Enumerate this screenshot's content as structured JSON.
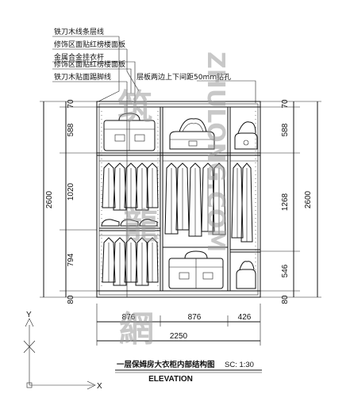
{
  "annotations": [
    "铁刀木线条层线",
    "修饰区面贴红榜楼面板",
    "金属合金挂衣杆",
    "修饰区面贴红榜楼面板",
    "铁刀木贴面踢脚线"
  ],
  "hole_note": "层板两边上下间距50mm钻孔",
  "left_dims": [
    "70",
    "588",
    "1020",
    "794",
    "80"
  ],
  "left_total": "2600",
  "right_dims": [
    "70",
    "588",
    "1268",
    "546",
    "80"
  ],
  "right_total": "2600",
  "bottom_dims": [
    "876",
    "876",
    "426"
  ],
  "bottom_total": "2250",
  "title": "一层保姆房大衣柜内部结构图",
  "scale": "SC: 1:30",
  "subtitle": "ELEVATION",
  "watermark": [
    "筑",
    "龍",
    "網"
  ],
  "watermark_latin": "ZHULONG.COM"
}
